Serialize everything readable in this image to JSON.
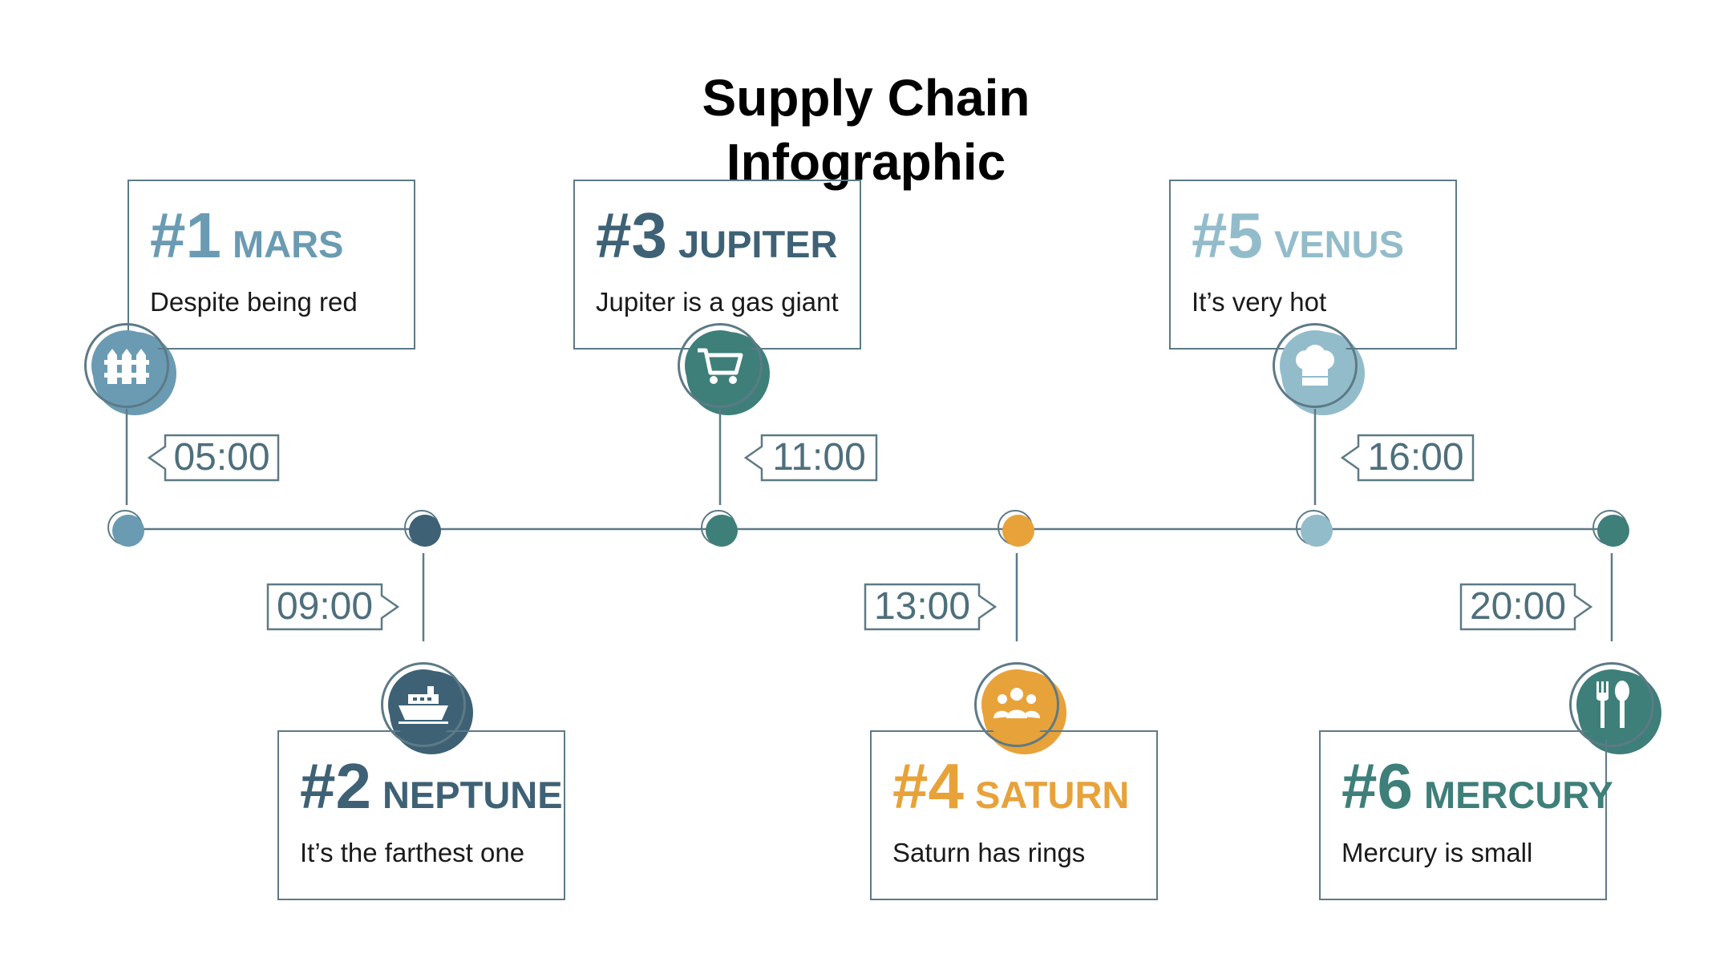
{
  "title": "Supply Chain Infographic",
  "colors": {
    "line": "#5d7a86",
    "steel": "#6a9bb3",
    "navy": "#3e6175",
    "teal": "#3e7f79",
    "orange": "#e8a23a",
    "light": "#93bccb"
  },
  "steps": [
    {
      "number": "#1",
      "name": "MARS",
      "description": "Despite being red",
      "time": "05:00",
      "icon": "fence-icon",
      "color": "#6a9bb3"
    },
    {
      "number": "#2",
      "name": "NEPTUNE",
      "description": "It’s the farthest one",
      "time": "09:00",
      "icon": "ship-icon",
      "color": "#3e6175"
    },
    {
      "number": "#3",
      "name": "JUPITER",
      "description": "Jupiter is a gas giant",
      "time": "11:00",
      "icon": "shopping-cart-icon",
      "color": "#3e7f79"
    },
    {
      "number": "#4",
      "name": "SATURN",
      "description": "Saturn has rings",
      "time": "13:00",
      "icon": "people-group-icon",
      "color": "#e8a23a"
    },
    {
      "number": "#5",
      "name": "VENUS",
      "description": "It’s very hot",
      "time": "16:00",
      "icon": "chef-hat-icon",
      "color": "#93bccb"
    },
    {
      "number": "#6",
      "name": "MERCURY",
      "description": "Mercury is small",
      "time": "20:00",
      "icon": "fork-spoon-icon",
      "color": "#3e7f79"
    }
  ]
}
